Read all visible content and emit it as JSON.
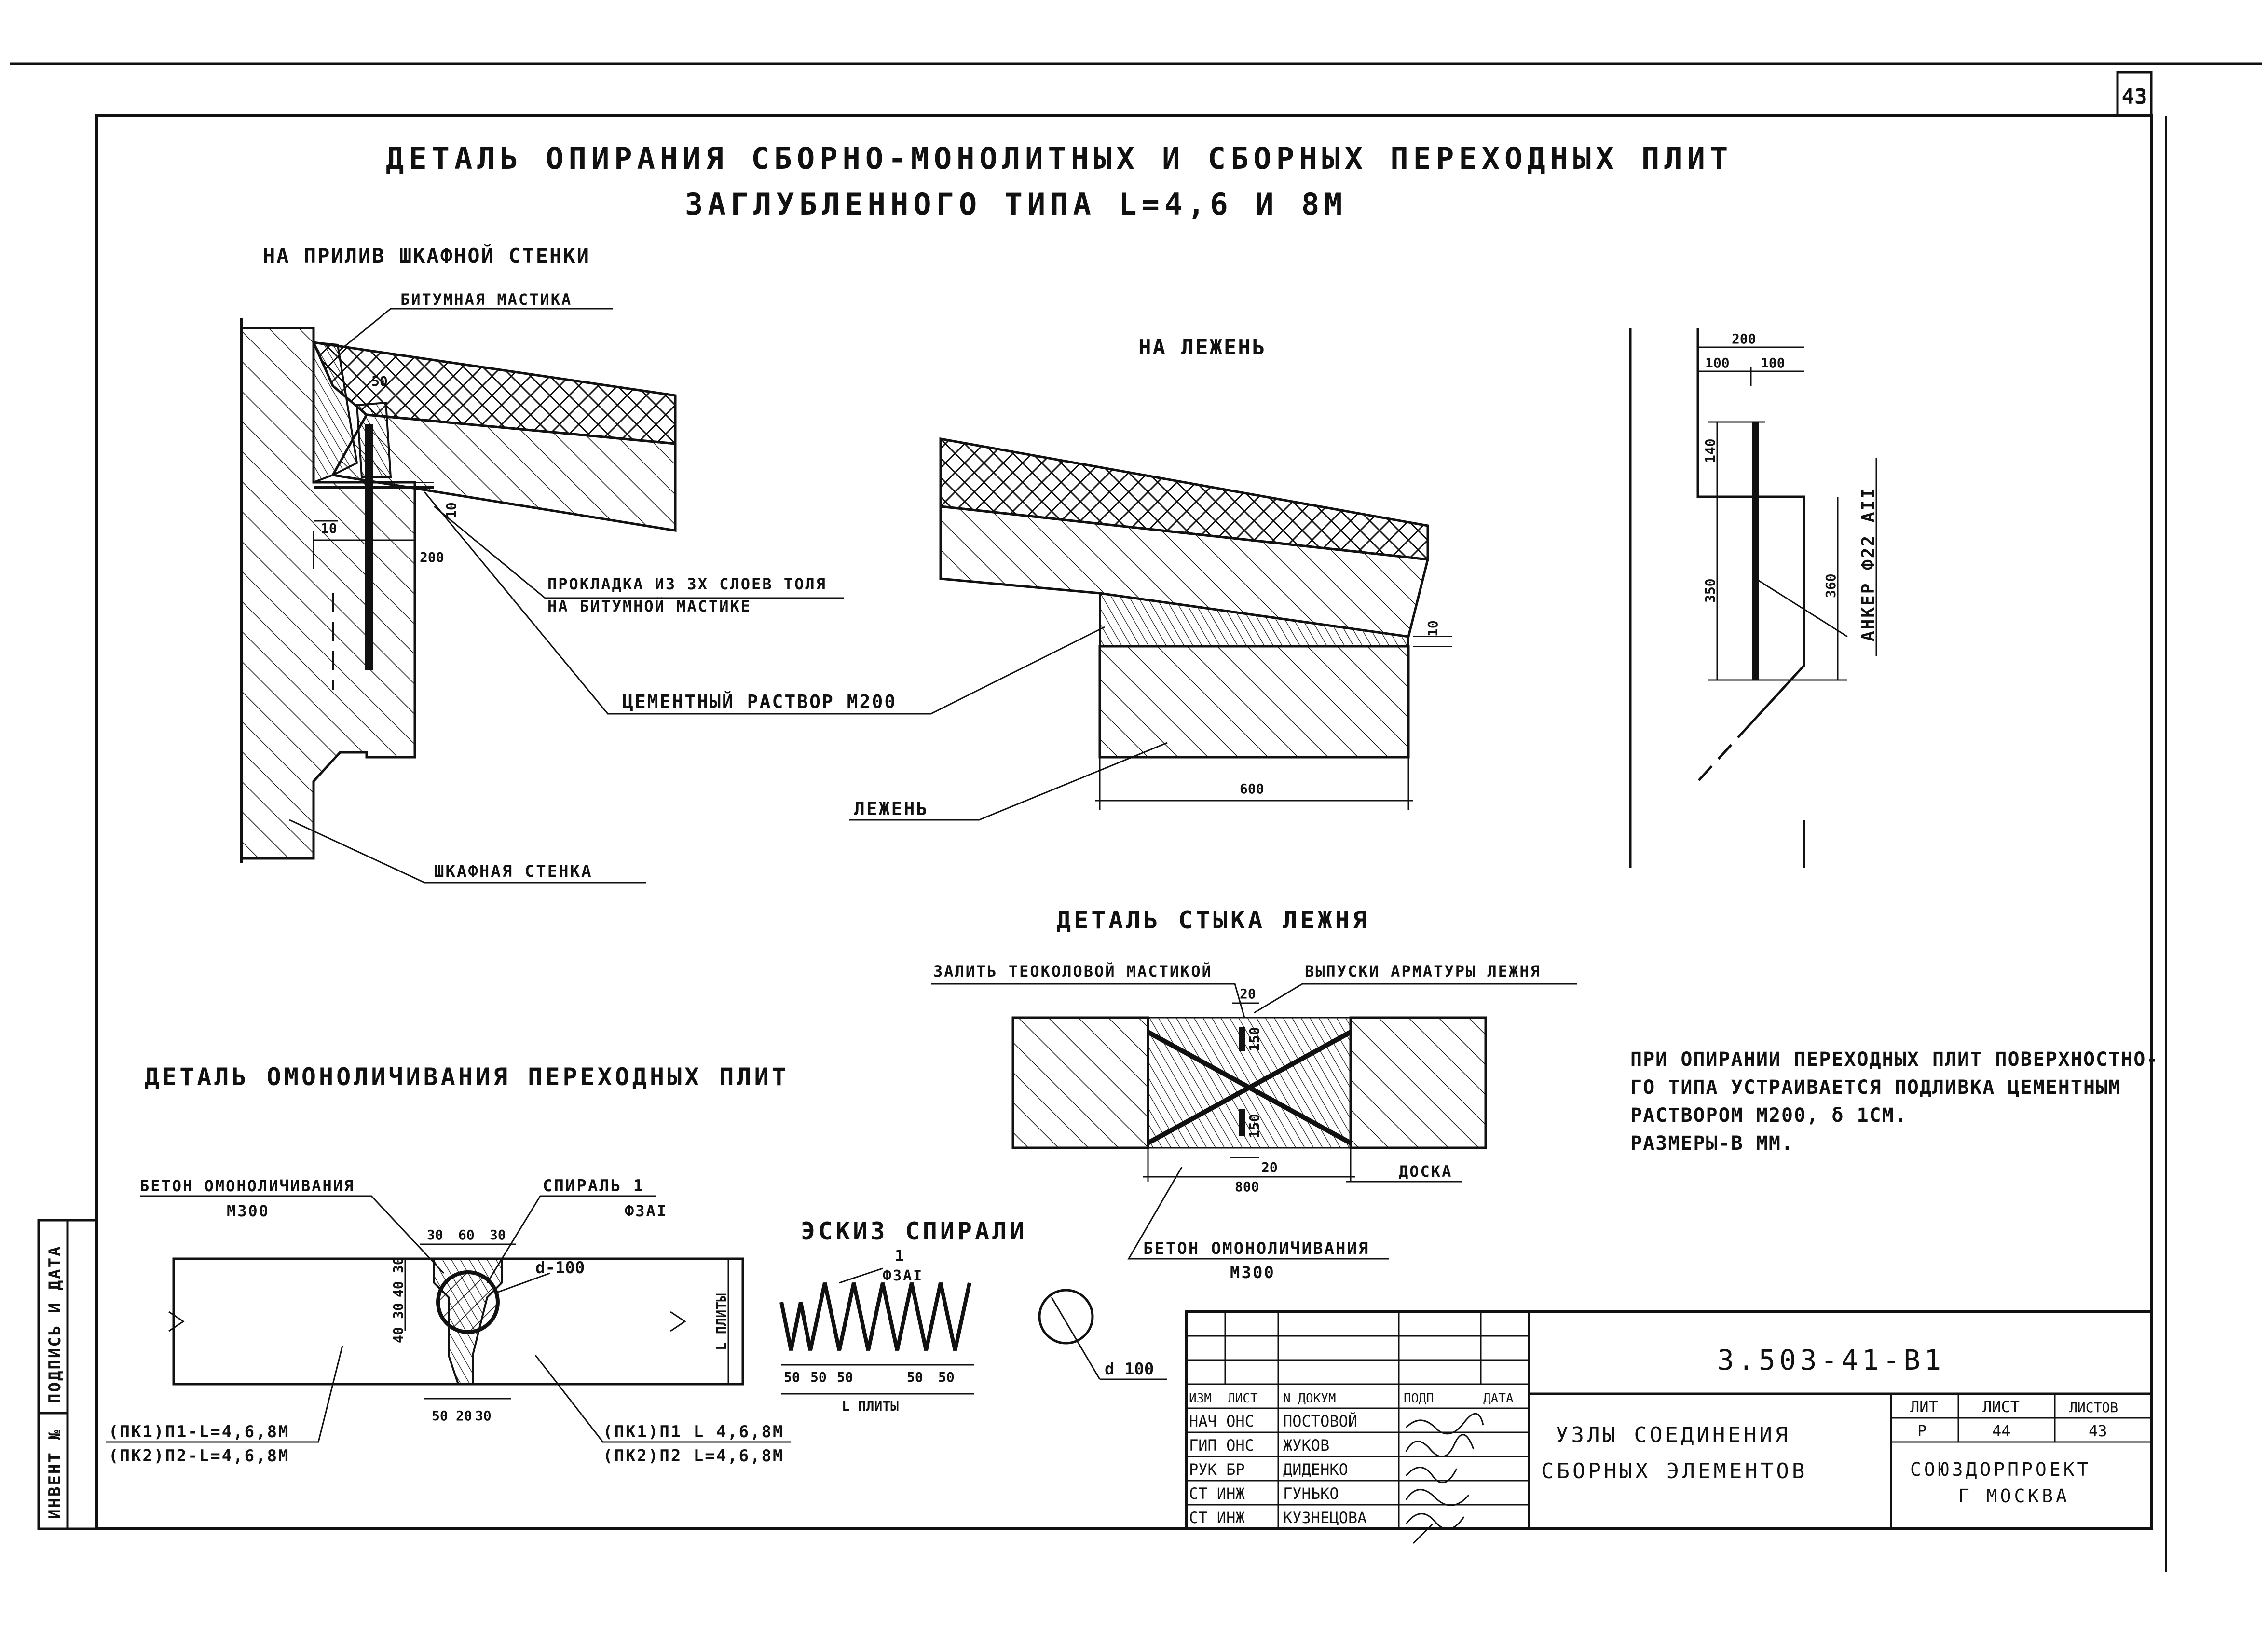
{
  "page_number": "43",
  "titles": {
    "main_line1": "ДЕТАЛЬ ОПИРАНИЯ СБОРНО-МОНОЛИТНЫХ И СБОРНЫХ ПЕРЕХОДНЫХ ПЛИТ",
    "main_line2": "ЗАГЛУБЛЕННОГО ТИПА L=4,6 И 8М",
    "left_view": "НА ПРИЛИВ ШКАФНОЙ СТЕНКИ",
    "middle_view": "НА ЛЕЖЕНЬ",
    "joint_detail": "ДЕТАЛЬ СТЫКА ЛЕЖНЯ",
    "monolith_detail": "ДЕТАЛЬ ОМОНОЛИЧИВАНИЯ ПЕРЕХОДНЫХ ПЛИТ",
    "spiral_sketch": "ЭСКИЗ СПИРАЛИ"
  },
  "callouts": {
    "bitumen": "БИТУМНАЯ МАСТИКА",
    "gasket_line1": "ПРОКЛАДКА ИЗ 3Х СЛОЕВ ТОЛЯ",
    "gasket_line2": "НА БИТУМНОЙ МАСТИКЕ",
    "cement": "ЦЕМЕНТНЫЙ РАСТВОР М200",
    "lezhen": "ЛЕЖЕНЬ",
    "wall": "ШКАФНАЯ СТЕНКА",
    "anchor": "АНКЕР Ф22 АII",
    "fill_mastic": "ЗАЛИТЬ ТЕОКОЛОВОЙ МАСТИКОЙ",
    "rebar_out": "ВЫПУСКИ АРМАТУРЫ ЛЕЖНЯ",
    "board": "ДОСКА",
    "concrete": "БЕТОН ОМОНОЛИЧИВАНИЯ",
    "concrete_grade": "М300",
    "concrete_left": "БЕТОН ОМОНОЛИЧИВАНИЯ",
    "concrete_left_grade": "М300",
    "spiral": "СПИРАЛЬ 1",
    "spiral_rebar": "Ф3АI",
    "slab_left_1": "(ПК1)П1-L=4,6,8М",
    "slab_left_2": "(ПК2)П2-L=4,6,8М",
    "slab_right_1": "(ПК1)П1 L 4,6,8М",
    "slab_right_2": "(ПК2)П2 L=4,6,8М",
    "d100": "d-100",
    "d100b": "d 100",
    "plate_len": "L ПЛИТЫ",
    "plate_len_v": "L ПЛИТЫ",
    "spiral_num": "1",
    "spiral_rebar_sk": "Ф3АI"
  },
  "dims": {
    "d50": "50",
    "d10": "10",
    "d10b": "10",
    "d200": "200",
    "d600": "600",
    "r200": "200",
    "r100": "100",
    "r100b": "100",
    "r140": "140",
    "r350": "350",
    "r360": "360",
    "j20a": "20",
    "j150a": "150",
    "j150b": "150",
    "j20b": "20",
    "j800": "800",
    "m30a": "30",
    "m60": "60",
    "m30b": "30",
    "m50": "50",
    "m20": "20",
    "m30": "30",
    "mv30": "30",
    "mv40": "40",
    "mv30b": "30",
    "mv40b": "40",
    "s50a": "50",
    "s50b": "50",
    "s50c": "50",
    "s50d": "50",
    "s50e": "50"
  },
  "note": {
    "line1": "ПРИ ОПИРАНИИ ПЕРЕХОДНЫХ ПЛИТ ПОВЕРХНОСТНО-",
    "line2": "ГО ТИПА УСТРАИВАЕТСЯ ПОДЛИВКА ЦЕМЕНТНЫМ",
    "line3": "РАСТВОРОМ М200, δ 1СМ.",
    "line4": "РАЗМЕРЫ-В ММ."
  },
  "side_stamp": {
    "sign_date": "ПОДПИСЬ И ДАТА",
    "inv": "ИНВЕНТ №"
  },
  "title_block": {
    "code": "3.503-41-В1",
    "name_line1": "УЗЛЫ СОЕДИНЕНИЯ",
    "name_line2": "СБОРНЫХ ЭЛЕМЕНТОВ",
    "org_line1": "СОЮЗДОРПРОЕКТ",
    "org_line2": "Г МОСКВА",
    "head": [
      "ИЗМ",
      "ЛИСТ",
      "N ДОКУМ",
      "ПОДП",
      "ДАТА"
    ],
    "stage_head": "ЛИТ",
    "sheet_head": "ЛИСТ",
    "sheets_head": "ЛИСТОВ",
    "stage": "Р",
    "sheet": "44",
    "sheets": "43",
    "rows": [
      {
        "role": "НАЧ ОНС",
        "name": "ПОСТОВОЙ"
      },
      {
        "role": "ГИП ОНС",
        "name": "ЖУКОВ"
      },
      {
        "role": "РУК БР",
        "name": "ДИДЕНКО"
      },
      {
        "role": "СТ ИНЖ",
        "name": "ГУНЬКО"
      },
      {
        "role": "СТ ИНЖ",
        "name": "КУЗНЕЦОВА"
      }
    ]
  }
}
